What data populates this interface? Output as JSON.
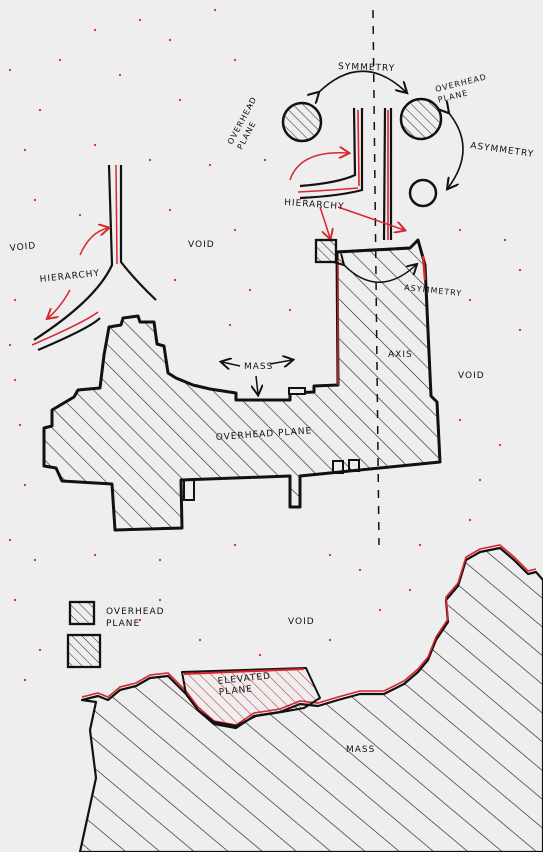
{
  "colors": {
    "paper": "#eeeeee",
    "ink": "#111111",
    "accent_red": "#d8262f",
    "hatch": "#222222",
    "red_hatch": "#c8202c"
  },
  "labels": {
    "symmetry": "SYMMETRY",
    "overhead_plane_top_left": "OVERHEAD PLANE",
    "overhead_plane_top_right": "OVERHEAD PLANE",
    "asymmetry_right": "ASYMMETRY",
    "hierarchy_top": "HIERARCHY",
    "asymmetry_mid": "ASYMMETRY",
    "void_left": "VOID",
    "void_center": "VOID",
    "void_right": "VOID",
    "hierarchy_left": "HIERARCHY",
    "mass_mid": "MASS",
    "axis": "AXIS",
    "overhead_plane_main": "OVERHEAD PLANE",
    "legend_overhead_plane": "OVERHEAD PLANE",
    "void_bottom": "VOID",
    "elevated_plane": "ELEVATED PLANE",
    "mass_bottom": "MASS"
  }
}
